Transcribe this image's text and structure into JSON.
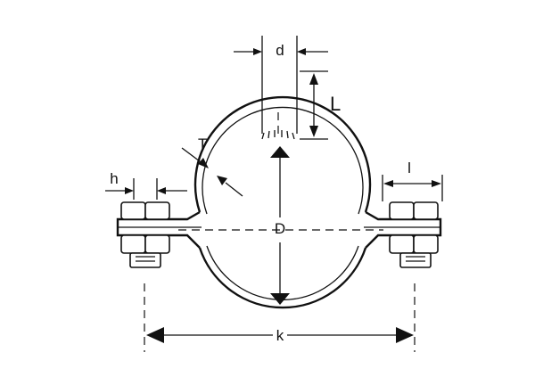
{
  "labels": {
    "d": "d",
    "L": "L",
    "T": "T",
    "h": "h",
    "l": "l",
    "D": "D",
    "k": "k"
  },
  "colors": {
    "line": "#111111",
    "background": "#ffffff"
  }
}
